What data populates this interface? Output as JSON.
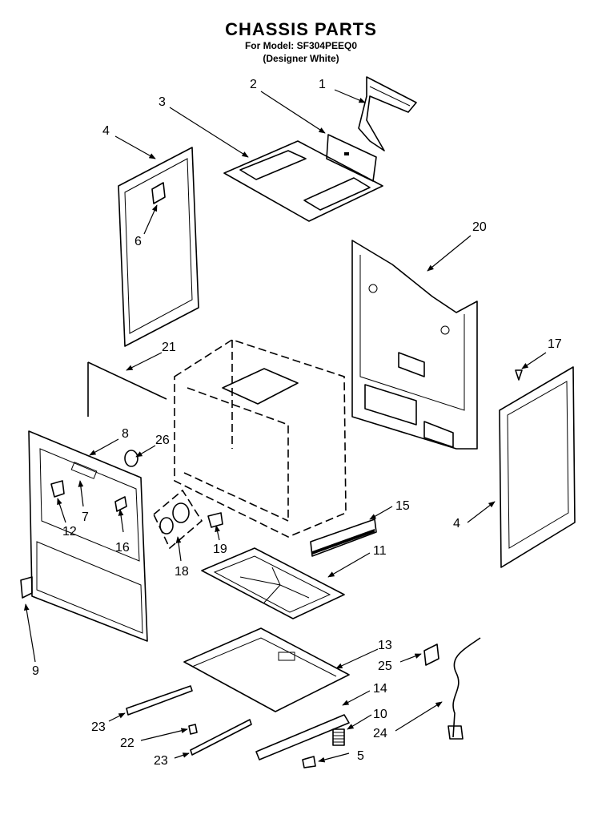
{
  "header": {
    "title": "CHASSIS PARTS",
    "model_line": "For Model: SF304PEEQ0",
    "variant_line": "(Designer White)"
  },
  "callouts": {
    "c1": "1",
    "c2": "2",
    "c3": "3",
    "c4a": "4",
    "c4b": "4",
    "c5": "5",
    "c6": "6",
    "c7": "7",
    "c8": "8",
    "c9": "9",
    "c10": "10",
    "c11": "11",
    "c12": "12",
    "c13": "13",
    "c14": "14",
    "c15": "15",
    "c16": "16",
    "c17": "17",
    "c18": "18",
    "c19": "19",
    "c20": "20",
    "c21": "21",
    "c22": "22",
    "c23a": "23",
    "c23b": "23",
    "c24": "24",
    "c25": "25",
    "c26": "26"
  }
}
